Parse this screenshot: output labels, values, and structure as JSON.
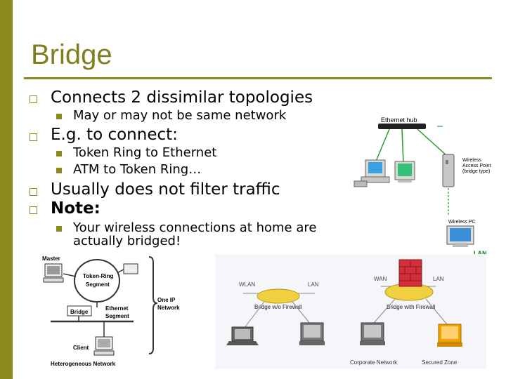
{
  "slide": {
    "title": "Bridge",
    "bullets": [
      "Connects 2 dissimilar topologies",
      "May or may not be same network",
      "E.g. to connect:",
      "Token Ring to Ethernet",
      "ATM to Token Ring…",
      "Usually does not filter traffic",
      "Note:",
      "Your wireless connections at home are",
      "actually bridged!"
    ]
  },
  "diagram_top_right": {
    "hub_label": "Ethernet hub",
    "ap_label_1": "Wireless",
    "ap_label_2": "Access Point",
    "ap_label_3": "(bridge type)",
    "pc_label": "Wireless PC",
    "lan_label": "LAN"
  },
  "diagram_bottom_left": {
    "master": "Master",
    "token_ring_1": "Token-Ring",
    "token_ring_2": "Segment",
    "one_ip_1": "One IP",
    "one_ip_2": "Network",
    "bridge": "Bridge",
    "eth_1": "Ethernet",
    "eth_2": "Segment",
    "client": "Client",
    "caption": "Heterogeneous Network"
  },
  "diagram_bottom_right": {
    "wlan_1": "WLAN",
    "lan_1": "LAN",
    "bridge_no_fw": "Bridge w/o Firewall",
    "wan_2": "WAN",
    "lan_2": "LAN",
    "bridge_fw": "Bridge with Firewall",
    "corp": "Corporate Network",
    "secure": "Secured Zone"
  },
  "colors": {
    "accent": "#8a8a1f",
    "title": "#7f7f1f",
    "lan_label": "#1a7a1a",
    "panel_bg": "#f4f6fa",
    "firewall": "#d32f3a",
    "secure_pc": "#f2a000"
  }
}
